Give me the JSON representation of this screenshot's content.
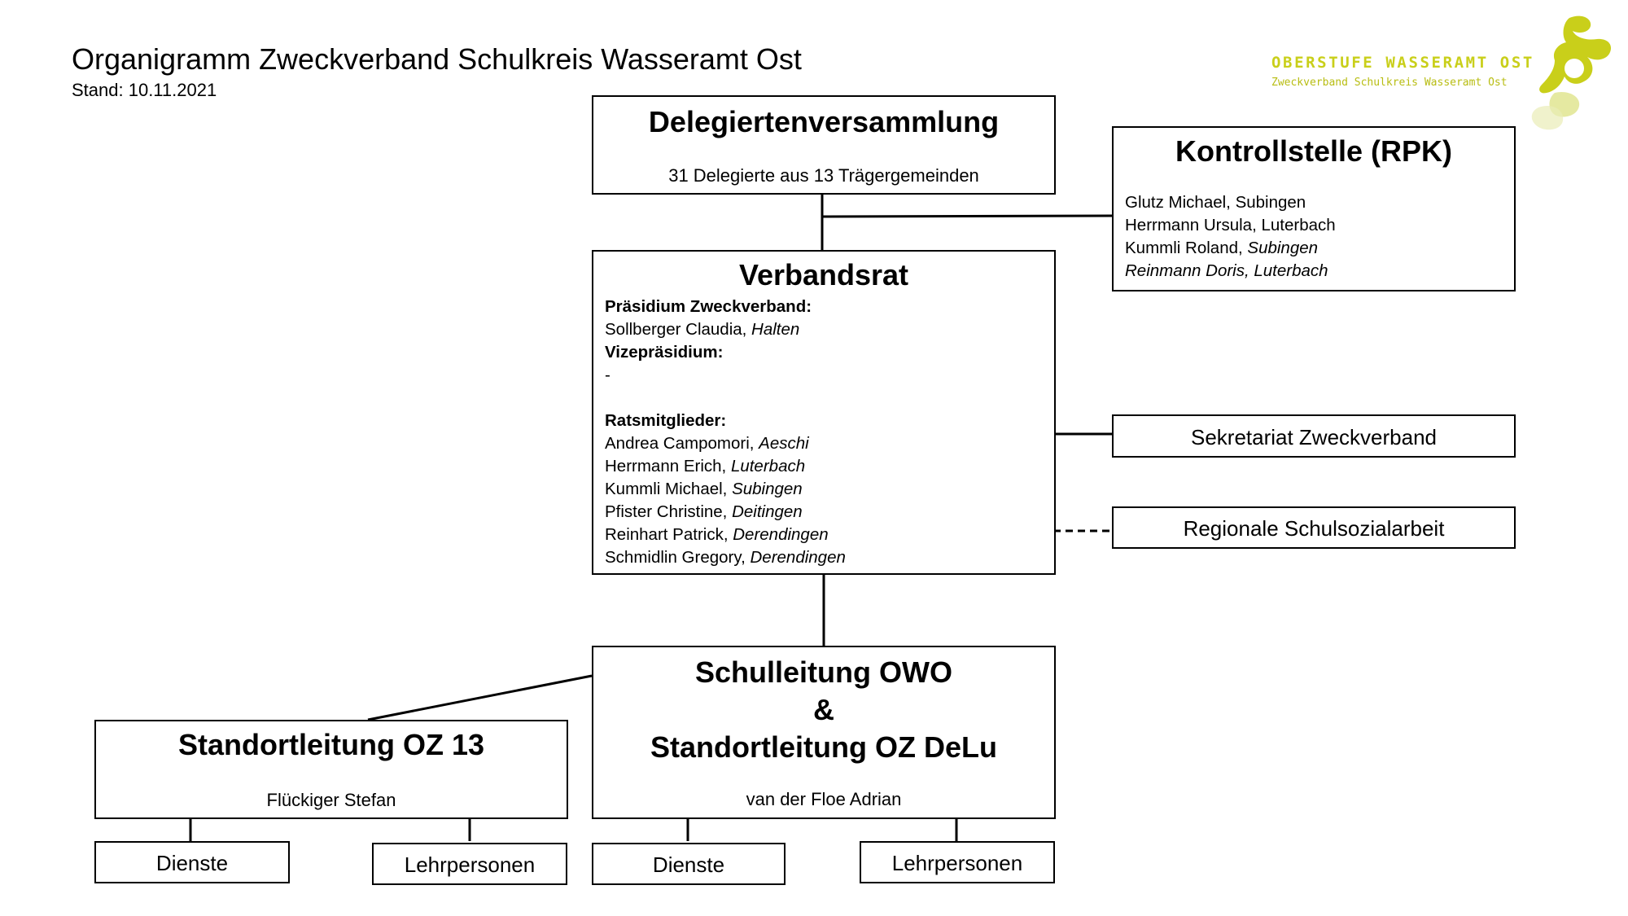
{
  "title": "Organigramm Zweckverband Schulkreis Wasseramt Ost",
  "stand": "Stand: 10.11.2021",
  "logo": {
    "line1": "OBERSTUFE WASSERAMT OST",
    "line2": "Zweckverband Schulkreis Wasseramt Ost",
    "color": "#c9cf1a"
  },
  "delegierten": {
    "heading": "Delegiertenversammlung",
    "text": "31 Delegierte aus 13 Trägergemeinden"
  },
  "kontroll": {
    "heading": "Kontrollstelle (RPK)",
    "members": [
      {
        "name": "Glutz Michael, Subingen"
      },
      {
        "name": "Herrmann Ursula, Luterbach"
      },
      {
        "name": "Kummli Roland, ",
        "place": "Subingen"
      },
      {
        "name": "",
        "place": "Reinmann Doris, Luterbach"
      }
    ]
  },
  "verbandsrat": {
    "heading": "Verbandsrat",
    "praesidium_label": "Präsidium Zweckverband:",
    "praesidium_name": "Sollberger Claudia, ",
    "praesidium_place": "Halten",
    "vize_label": "Vizepräsidium:",
    "vize_value": "-",
    "rats_label": "Ratsmitglieder:",
    "members": [
      {
        "name": "Andrea Campomori, ",
        "place": "Aeschi"
      },
      {
        "name": "Herrmann Erich, ",
        "place": "Luterbach"
      },
      {
        "name": "Kummli Michael, ",
        "place": "Subingen"
      },
      {
        "name": "Pfister Christine, ",
        "place": "Deitingen"
      },
      {
        "name": "Reinhart Patrick, ",
        "place": "Derendingen"
      },
      {
        "name": "Schmidlin Gregory, ",
        "place": "Derendingen"
      }
    ]
  },
  "sekretariat": "Sekretariat Zweckverband",
  "schulsozial": "Regionale Schulsozialarbeit",
  "schulleitung": {
    "line1": "Schulleitung OWO",
    "line2": "&",
    "line3": "Standortleitung OZ DeLu",
    "person": "van der Floe Adrian"
  },
  "oz13": {
    "heading": "Standortleitung OZ 13",
    "person": "Flückiger Stefan"
  },
  "leaves": {
    "dienste_left": "Dienste",
    "lehr_left": "Lehrpersonen",
    "dienste_right": "Dienste",
    "lehr_right": "Lehrpersonen"
  }
}
